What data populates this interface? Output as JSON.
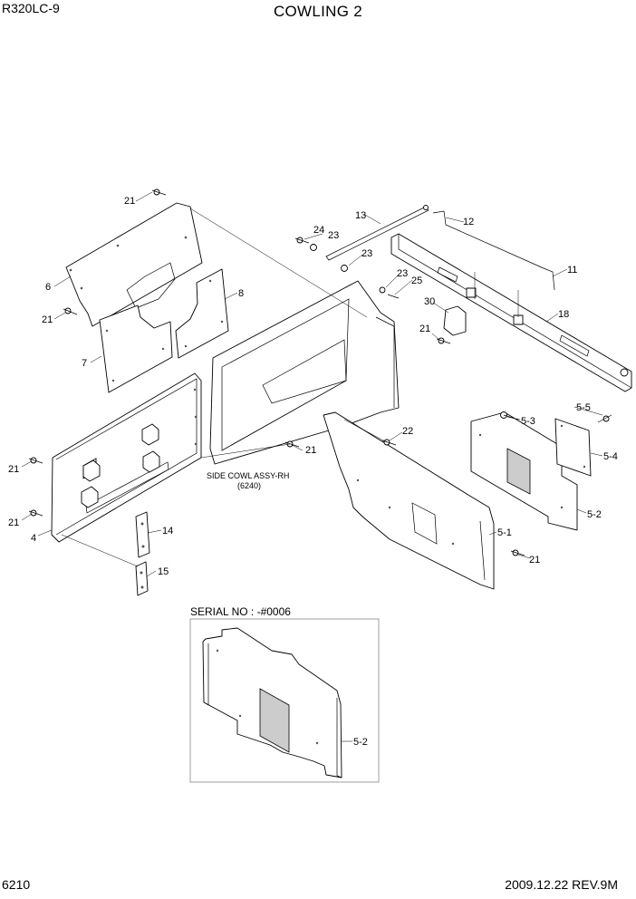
{
  "header": {
    "model": "R320LC-9",
    "title": "COWLING 2"
  },
  "footer": {
    "page_number": "6210",
    "date_revision": "2009.12.22  REV.9M"
  },
  "callouts": {
    "p21a": "21",
    "p6": "6",
    "p21b": "21",
    "p7": "7",
    "p8": "8",
    "p13": "13",
    "p24": "24",
    "p23a": "23",
    "p23b": "23",
    "p12": "12",
    "p23c": "23",
    "p25": "25",
    "p11": "11",
    "p30": "30",
    "p18": "18",
    "p21c": "21",
    "p5_5": "5-5",
    "p5_3": "5-3",
    "p22": "22",
    "p5_4": "5-4",
    "p21d": "21",
    "p21e": "21",
    "p5_2": "5-2",
    "p21f": "21",
    "p4": "4",
    "p14": "14",
    "p5_1": "5-1",
    "p21g": "21",
    "p15": "15",
    "p5_2b": "5-2"
  },
  "side_cowl": {
    "label": "SIDE COWL ASSY-RH",
    "ref": "(6240)"
  },
  "serial_box": {
    "label": "SERIAL NO : -#0006"
  }
}
